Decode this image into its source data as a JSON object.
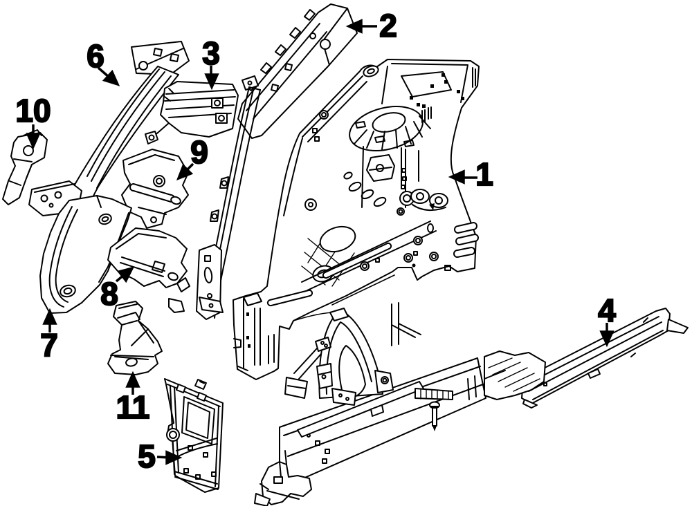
{
  "figure": {
    "kind": "exploded-parts-line-diagram",
    "background_color": "#ffffff",
    "line_color": "#000000",
    "callouts": [
      {
        "label": "1"
      },
      {
        "label": "2"
      },
      {
        "label": "3"
      },
      {
        "label": "4"
      },
      {
        "label": "5"
      },
      {
        "label": "6"
      },
      {
        "label": "7"
      },
      {
        "label": "8"
      },
      {
        "label": "9"
      },
      {
        "label": "10"
      },
      {
        "label": "11"
      }
    ]
  }
}
